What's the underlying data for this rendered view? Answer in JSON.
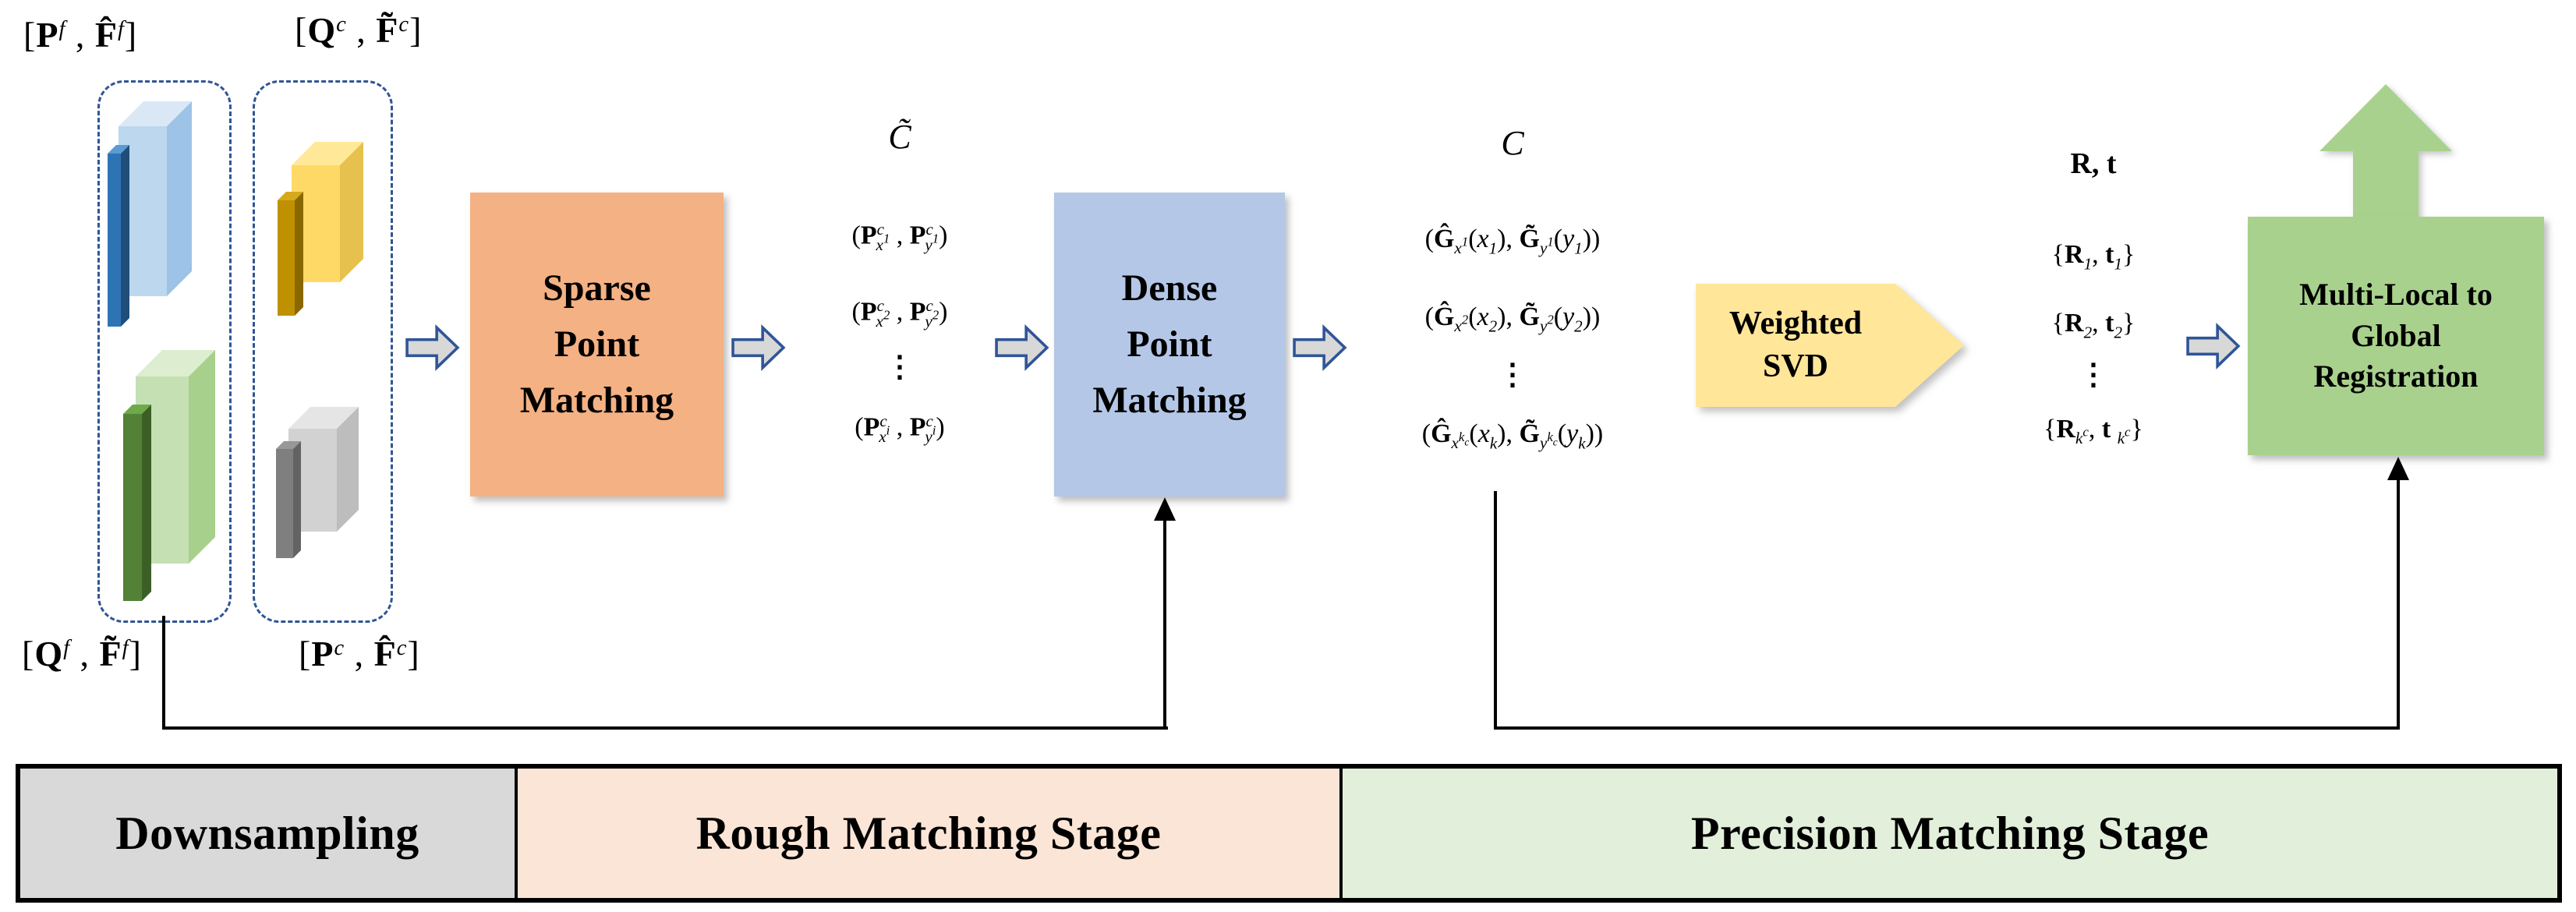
{
  "palette": {
    "orange_box": "#F4B183",
    "blue_box": "#B4C7E7",
    "yellow_shape": "#FFE699",
    "green_shape": "#A9D18E",
    "bar_gray": "#D9D9D9",
    "bar_peach": "#FBE5D6",
    "bar_green": "#E2EFDA",
    "arrow_fill": "#D8D8D8",
    "arrow_stroke": "#2F5597",
    "dash_border": "#2F5597",
    "line_color": "#000000",
    "blue_panel_front": "#BDD7EE",
    "blue_panel_top": "#DAE8F6",
    "blue_panel_side": "#9DC3E6",
    "blue_slab_front": "#2E74B5",
    "blue_slab_top": "#5B9BD5",
    "blue_slab_side": "#1F4E79",
    "yellow_panel_front": "#FFD966",
    "yellow_panel_top": "#FFE898",
    "yellow_panel_side": "#E7C14D",
    "yellow_slab_front": "#BF9000",
    "yellow_slab_top": "#D6A81C",
    "yellow_slab_side": "#8A6800",
    "green_panel_front": "#C5E0B3",
    "green_panel_top": "#DCEDD0",
    "green_panel_side": "#A8D08D",
    "green_slab_front": "#538135",
    "green_slab_top": "#6FA94A",
    "green_slab_side": "#3C5F26",
    "gray_panel_front": "#D2D2D2",
    "gray_panel_top": "#E5E5E5",
    "gray_panel_side": "#BDBDBD",
    "gray_slab_front": "#7F7F7F",
    "gray_slab_top": "#989898",
    "gray_slab_side": "#636363"
  },
  "top_labels": {
    "pf": "[<b>P</b><sup>f</sup> , <b>F̂</b><sup>f</sup>]",
    "qc": "[<b>Q</b><sup>c</sup> , <b>F̃</b><sup>c</sup>]",
    "qf": "[<b>Q</b><sup>f</sup> , <b>F̃</b><sup>f</sup>]",
    "pc": "[<b>P</b><sup>c</sup> , <b>F̂</b><sup>c</sup>]"
  },
  "flow": {
    "sparse_box": {
      "lines": [
        "Sparse",
        "Point",
        "Matching"
      ]
    },
    "dense_box": {
      "lines": [
        "Dense",
        "Point",
        "Matching"
      ]
    },
    "svd_shape": {
      "lines": [
        "Weighted",
        "SVD"
      ]
    },
    "global_box": {
      "lines": [
        "Multi-Local to",
        "Global",
        "Registration"
      ]
    }
  },
  "correspondence_sets": {
    "ctilde": {
      "title": "C̃",
      "rows": [
        "(<b>P</b><sup>c</sup><sub><i>x</i><sup>1</sup></sub> , <b>P</b><sup>c</sup><sub><i>y</i><sup>1</sup></sub>)",
        "(<b>P</b><sup>c</sup><sub><i>x</i><sup>2</sup></sub> , <b>P</b><sup>c</sup><sub><i>y</i><sup>2</sup></sub>)",
        "(<b>P</b><sup>c</sup><sub><i>x</i><sup>i</sup></sub> , <b>P</b><sup>c</sup><sub><i>y</i><sup>i</sup></sub>)"
      ],
      "dots": "⋮"
    },
    "c": {
      "title": "C",
      "rows": [
        "(<b>Ĝ</b><sub><i>x</i><sup>1</sup></sub>(<i>x</i><sub>1</sub>), <b>G̃</b><sub><i>y</i><sup>1</sup></sub>(<i>y</i><sub>1</sub>))",
        "(<b>Ĝ</b><sub><i>x</i><sup>2</sup></sub>(<i>x</i><sub>2</sub>), <b>G̃</b><sub><i>y</i><sup>2</sup></sub>(<i>y</i><sub>2</sub>))",
        "(<b>Ĝ</b><sub><i>x</i><sup>k<sub>c</sub></sup></sub>(<i>x</i><sub>k</sub>), <b>G̃</b><sub><i>y</i><sup>k<sub>c</sub></sup></sub>(<i>y</i><sub>k</sub>))"
      ],
      "dots": "⋮"
    },
    "rt": {
      "title": "<b>R</b>, <b>t</b>",
      "rows": [
        "{<b>R</b><sub>1</sub>, <b>t</b><sub>1</sub>}",
        "{<b>R</b><sub>2</sub>, <b>t</b><sub>2</sub>}",
        "{<b>R</b><sub><i>k</i><sup>c</sup></sub>, <b>t</b> <sub><i>k</i><sup>c</sup></sub>}"
      ],
      "dots": "⋮"
    }
  },
  "stages": [
    {
      "label": "Downsampling"
    },
    {
      "label": "Rough Matching Stage"
    },
    {
      "label": "Precision Matching Stage"
    }
  ]
}
